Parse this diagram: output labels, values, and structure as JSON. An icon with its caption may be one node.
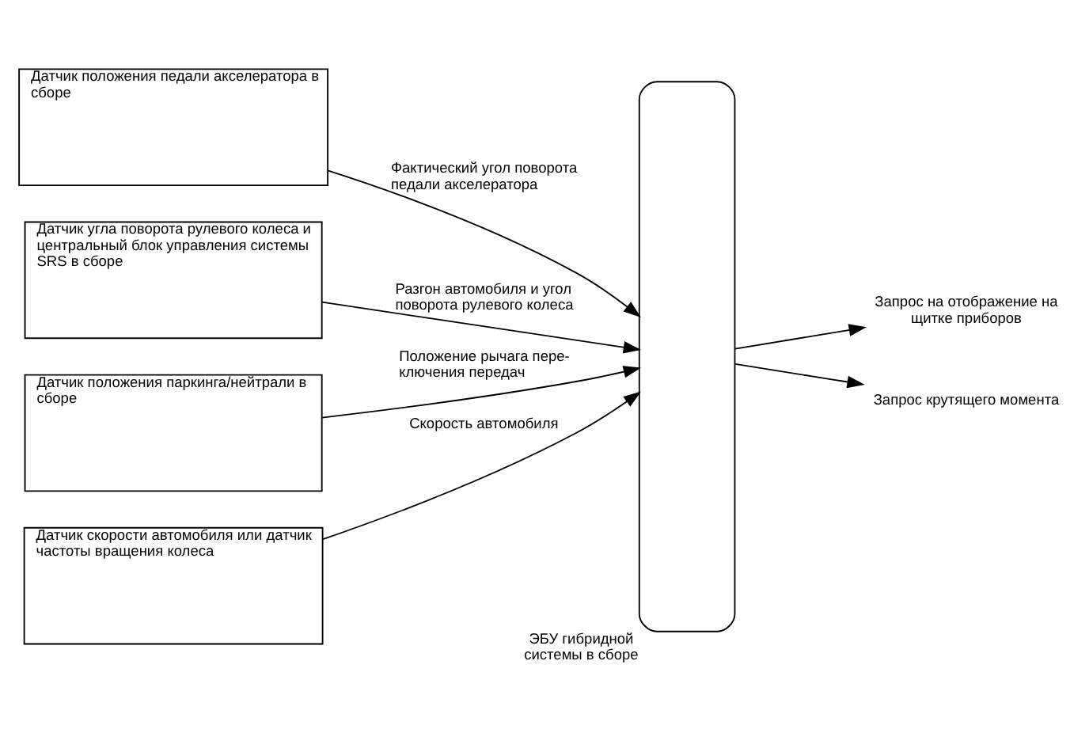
{
  "diagram": {
    "nodes": [
      {
        "text": [
          "Датчик положения педали акселератора в сборе"
        ]
      },
      {
        "text": [
          "Датчик угла поворота рулевого колеса и центральный блок управления системы SRS в сборе"
        ]
      },
      {
        "text": [
          "Датчик положения паркинга/нейтрали в сборе"
        ]
      },
      {
        "text": [
          "Датчик скорости автомобиля или датчик частоты вращения колеса"
        ]
      },
      {
        "text": [
          "ЭБУ гибридной системы в сборе"
        ]
      },
      {
        "text": [
          "Запрос на отображение на щитке приборов"
        ]
      },
      {
        "text": [
          "Запрос крутящего момента"
        ]
      }
    ],
    "edges": [
      {
        "from": 0,
        "to": 4,
        "arrow": "to",
        "label": "Фактический угол поворота педали акселератора"
      },
      {
        "from": 1,
        "to": 4,
        "arrow": "to",
        "label": "Разгон автомобиля и угол поворота рулевого колеса"
      },
      {
        "from": 2,
        "to": 4,
        "arrow": "to",
        "label": "Положение рычага пере- ключения передач"
      },
      {
        "from": 3,
        "to": 4,
        "arrow": "to",
        "label": "Скорость автомобиля"
      },
      {
        "from": 4,
        "to": 5,
        "arrow": "to"
      },
      {
        "from": 4,
        "to": 6,
        "arrow": "to"
      }
    ]
  }
}
